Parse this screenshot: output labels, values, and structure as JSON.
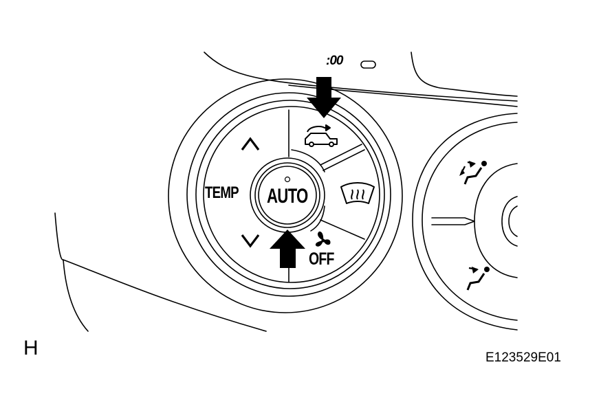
{
  "labels": {
    "panel_letter": "H",
    "figure_code": "E123529E01",
    "clock_display": ":00",
    "temp": "TEMP",
    "auto": "AUTO",
    "fan_off": "OFF"
  },
  "icons": {
    "temp_up": "chevron-up-icon",
    "temp_down": "chevron-down-icon",
    "recirculation": "air-recirculation-icon",
    "windshield_defog": "windshield-defroster-icon",
    "fan": "fan-icon",
    "face_vent": "face-vent-icon",
    "face_foot_vent": "face-foot-vent-icon",
    "indicator": "indicator-led-icon"
  },
  "callouts": {
    "pointer_arrows": 2
  },
  "colors": {
    "line": "#000000",
    "background": "#ffffff"
  }
}
